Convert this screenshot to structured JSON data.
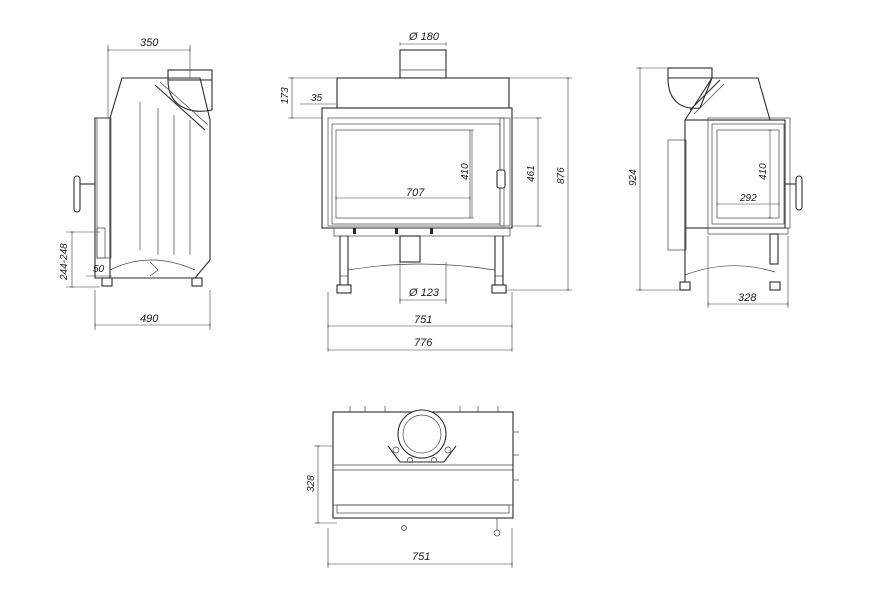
{
  "dimensions": {
    "side_left_depth_top": "350",
    "side_left_height_range": "244-248",
    "side_left_foot": "50",
    "side_left_depth_total": "490",
    "front_flue_diameter": "Ø 180",
    "front_top_height": "173",
    "front_side_offset": "35",
    "front_glass_height": "410",
    "front_door_height": "461",
    "front_total_height": "876",
    "front_glass_width": "707",
    "front_air_inlet": "Ø 123",
    "front_width_inner": "751",
    "front_width_total": "776",
    "side_right_total_height": "924",
    "side_right_glass_height": "410",
    "side_right_glass_width": "292",
    "side_right_depth": "328",
    "top_depth": "328",
    "top_width": "751"
  },
  "colors": {
    "line": "#2a2a2a",
    "background": "#ffffff"
  }
}
